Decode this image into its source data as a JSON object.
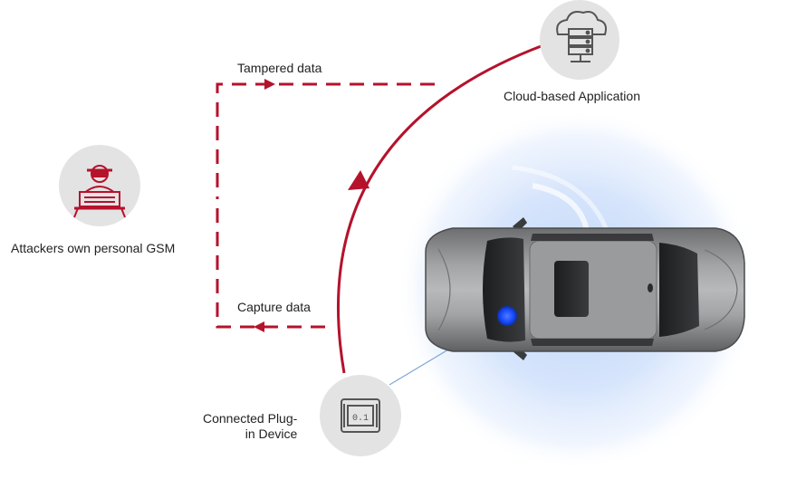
{
  "diagram": {
    "nodes": {
      "cloud": {
        "label": "Cloud-based Application",
        "icon": "cloud-server-icon"
      },
      "attacker": {
        "label": "Attackers own personal GSM",
        "icon": "hacker-icon"
      },
      "plugin": {
        "label_line1": "Connected Plug-",
        "label_line2": "in Device",
        "icon": "plugin-device-icon"
      },
      "car": {
        "icon": "car-icon"
      }
    },
    "edges": {
      "tampered": {
        "label": "Tampered data",
        "style": "dashed"
      },
      "capture": {
        "label": "Capture data",
        "style": "dashed"
      },
      "uplink": {
        "style": "solid"
      }
    },
    "device_screen_text": "0.1"
  },
  "colors": {
    "arrow": "#b5122c",
    "node_circle": "#e3e3e3",
    "label_text": "#222222",
    "glow": "#a9c8f5",
    "device_led": "#1a4cff",
    "car_body": "#8e8f91"
  }
}
